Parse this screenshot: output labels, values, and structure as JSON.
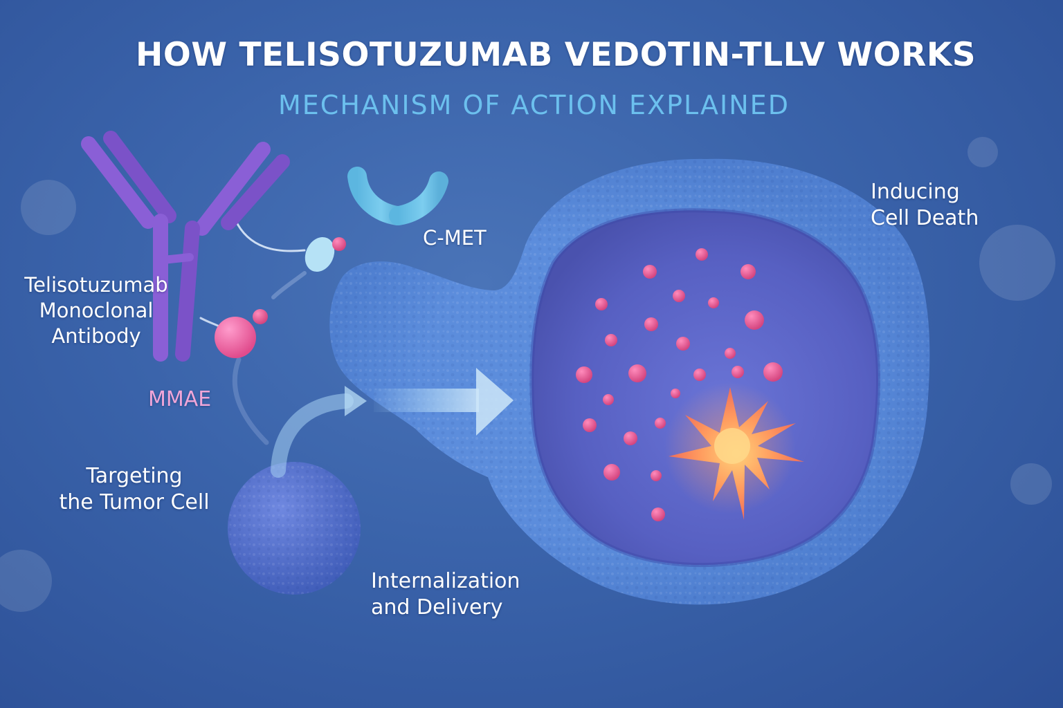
{
  "title": "HOW TELISOTUZUMAB VEDOTIN-TLLV WORKS",
  "subtitle": "MECHANISM OF ACTION EXPLAINED",
  "labels": {
    "antibody": "Telisotuzumab\nMonoclonal\nAntibody",
    "payload": "MMAE",
    "receptor": "C-MET",
    "targeting": "Targeting\nthe Tumor Cell",
    "internalization": "Internalization\nand Delivery",
    "cell_death": "Inducing\nCell Death"
  },
  "icons": [
    "antibody-icon",
    "c-met-receptor-icon",
    "mmae-payload-icon",
    "tumor-cell-icon",
    "cell-death-burst-icon",
    "arrow-right-icon"
  ],
  "colors": {
    "background": "#3a63aa",
    "antibody": "#8a5fd6",
    "receptor": "#6ec4e8",
    "payload": "#e0568f",
    "cell_membrane": "#5a88d8",
    "cell_interior": "#5a62c8",
    "burst": "#ff8a5a",
    "subtitle": "#6cc0ee",
    "mmae_label": "#f0a6d8"
  }
}
